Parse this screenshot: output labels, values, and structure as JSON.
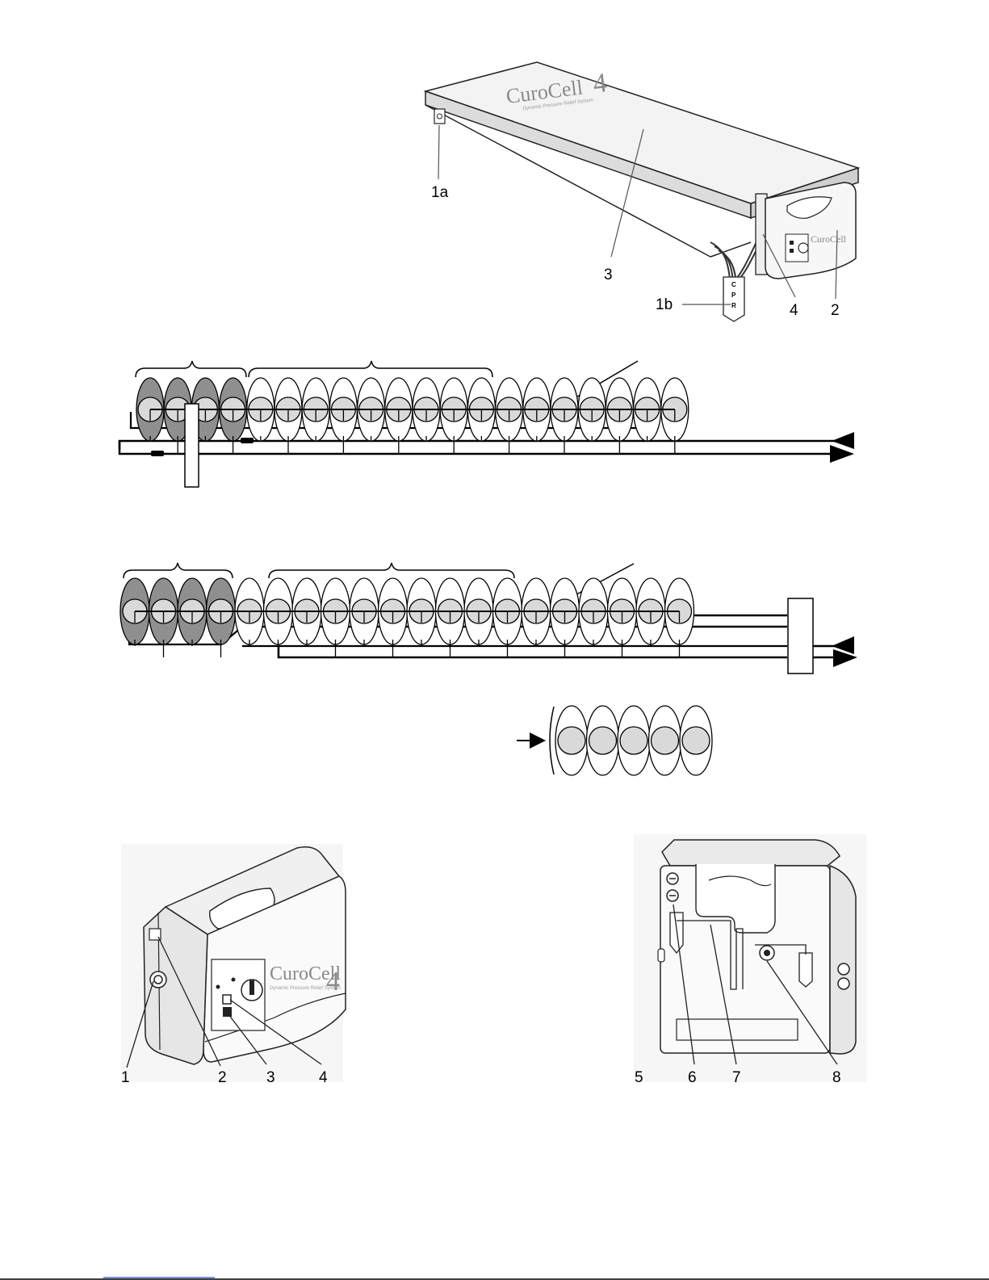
{
  "mattress_figure": {
    "brand": "CuroCell",
    "brand_number": "4",
    "subtitle": "Dynamic Pressure Relief System",
    "cpr_tag": [
      "C",
      "P",
      "R"
    ],
    "callouts": [
      "1a",
      "1b",
      "2",
      "3",
      "4"
    ]
  },
  "cell_diagram_1": {
    "cell_count": 20,
    "head_cells": 4
  },
  "cell_diagram_2": {
    "cell_count": 20,
    "head_cells": 4
  },
  "cell_detail": {
    "cell_count": 5
  },
  "pump_front": {
    "brand": "CuroCell",
    "brand_number": "4",
    "subtitle": "Dynamic Pressure Relief System",
    "callouts": [
      "1",
      "2",
      "3",
      "4"
    ]
  },
  "pump_back": {
    "callouts": [
      "5",
      "6",
      "7",
      "8"
    ]
  }
}
